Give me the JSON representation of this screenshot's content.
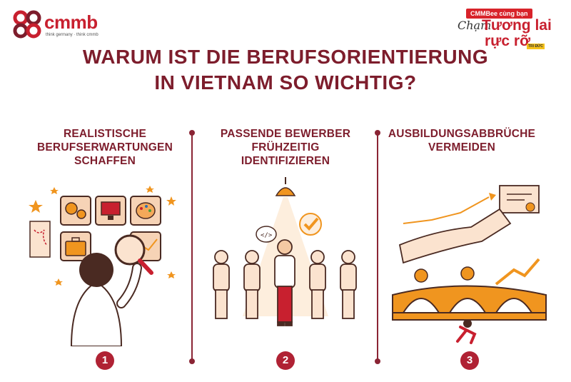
{
  "logo": {
    "brand": "cmmb",
    "tagline": "think germany  ·  think cmmb"
  },
  "badge": {
    "top": "CMMBee cùng bạn",
    "script": "Chạm",
    "line1": "Tương lai",
    "line2": "rực rỡ",
    "ribbon": "TRI ĐỨC"
  },
  "title": {
    "line1": "WARUM IST DIE BERUFSORIENTIERUNG",
    "line2": "IN VIETNAM SO WICHTIG?"
  },
  "columns": [
    {
      "heading_lines": [
        "REALISTISCHE",
        "BERUFSERWARTUNGEN",
        "SCHAFFEN"
      ],
      "number": "1"
    },
    {
      "heading_lines": [
        "PASSENDE BEWERBER",
        "FRÜHZEITIG",
        "IDENTIFIZIEREN"
      ],
      "number": "2"
    },
    {
      "heading_lines": [
        "AUSBILDUNGSABBRÜCHE",
        "VERMEIDEN"
      ],
      "number": "3"
    }
  ],
  "colors": {
    "title": "#7d1d2c",
    "accent": "#f0951f",
    "badge_red": "#c8202f",
    "number_bg": "#b02234"
  },
  "icons": [
    "gears-icon",
    "monitor-icon",
    "palette-icon",
    "briefcase-icon",
    "chart-icon",
    "magnifier-icon",
    "code-bubble-icon",
    "checkmark-icon",
    "lamp-icon",
    "certificate-icon",
    "arrow-up-icon",
    "bridge-icon"
  ]
}
